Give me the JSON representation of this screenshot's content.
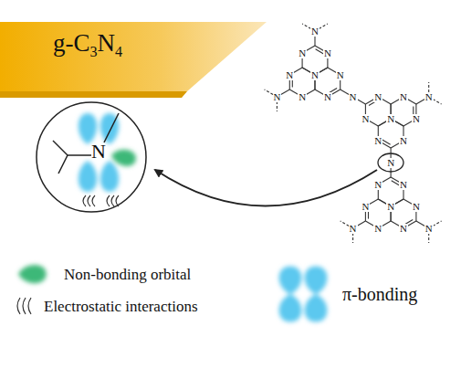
{
  "diagram": {
    "nodes": [
      {
        "text": [
          "g-C3N4"
        ]
      },
      {
        "text": [
          "N"
        ]
      }
    ],
    "labels": [
      "N",
      "N",
      "N",
      "N",
      "N",
      "N",
      "N",
      "N",
      "N",
      "N",
      "N",
      "N",
      "N",
      "N",
      "N",
      "N",
      "N",
      "N",
      "N",
      "N",
      "N",
      "N",
      "N",
      "N",
      "N",
      "N",
      "N",
      "N"
    ],
    "legend": [
      {
        "text": "Non-bonding orbital",
        "color": "#3cb878"
      },
      {
        "text": "Electrostatic interactions"
      },
      {
        "text": "π-bonding"
      }
    ]
  }
}
